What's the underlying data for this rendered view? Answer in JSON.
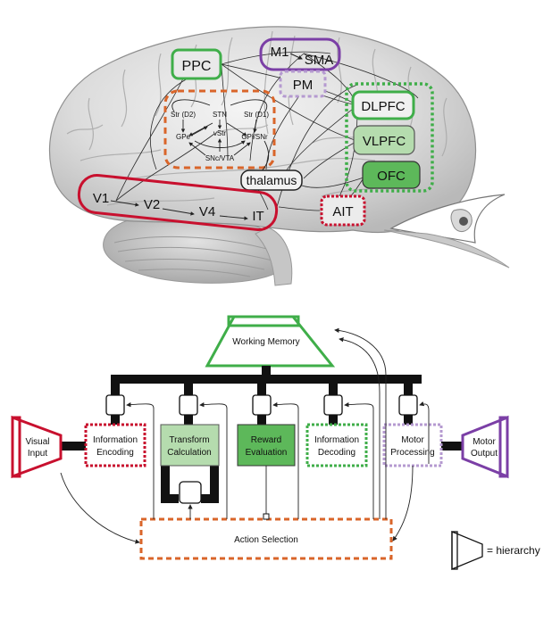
{
  "brain_regions": {
    "ppc": "PPC",
    "m1": "M1",
    "sma": "SMA",
    "pm": "PM",
    "dlpfc": "DLPFC",
    "vlpfc": "VLPFC",
    "ofc": "OFC",
    "thalamus": "thalamus",
    "ait": "AIT",
    "v1": "V1",
    "v2": "V2",
    "v4": "V4",
    "it": "IT"
  },
  "basal_ganglia": {
    "str_d2": "Str (D2)",
    "stn": "STN",
    "str_d1": "Str (D1)",
    "gpe": "GPe",
    "vstr": "vStr",
    "gpi_snr": "GPi/SNr",
    "snc_vta": "SNc/VTA"
  },
  "architecture": {
    "working_memory": "Working Memory",
    "visual_input_1": "Visual",
    "visual_input_2": "Input",
    "info_encoding_1": "Information",
    "info_encoding_2": "Encoding",
    "transform_1": "Transform",
    "transform_2": "Calculation",
    "reward_1": "Reward",
    "reward_2": "Evaluation",
    "info_decoding_1": "Information",
    "info_decoding_2": "Decoding",
    "motor_processing_1": "Motor",
    "motor_processing_2": "Processing",
    "motor_output_1": "Motor",
    "motor_output_2": "Output",
    "action_selection": "Action Selection"
  },
  "legend": {
    "hierarchy_label": "= hierarchy"
  },
  "colors": {
    "red": "#c8102e",
    "orange": "#d9652a",
    "green": "#3fae49",
    "light_green": "#b5dcae",
    "mid_green": "#5db85a",
    "purple": "#7b3fa6",
    "lavender": "#b59ad0",
    "black": "#111111"
  }
}
